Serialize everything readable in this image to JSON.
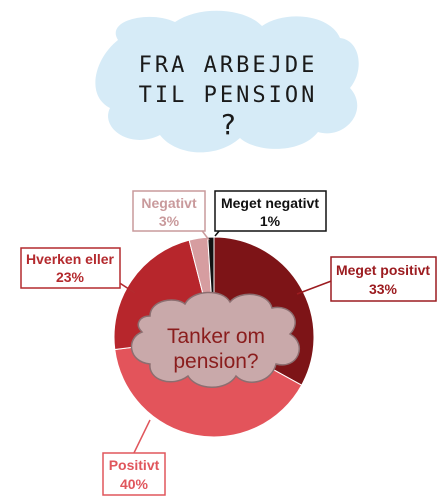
{
  "banner": {
    "line1": "FRA ARBEJDE",
    "line2": "TIL PENSION",
    "line3": "?",
    "cloud_color": "#d6ebf7"
  },
  "center_label": {
    "line1": "Tanker om",
    "line2": "pension?",
    "fill": "#c9a9aa",
    "text_color": "#8a1d1d"
  },
  "chart_data": {
    "type": "pie",
    "categories": [
      "Meget positivt",
      "Positivt",
      "Hverken eller",
      "Negativt",
      "Meget negativt"
    ],
    "values": [
      33,
      40,
      23,
      3,
      1
    ],
    "labels": [
      "33%",
      "40%",
      "23%",
      "3%",
      "1%"
    ],
    "colors": [
      "#7d1417",
      "#e3545b",
      "#b7262c",
      "#d69da0",
      "#111111"
    ],
    "label_colors": [
      "#9c1c20",
      "#e0565c",
      "#b42a2e",
      "#c99a9c",
      "#111111"
    ],
    "start_angle_deg": 0,
    "direction": "clockwise"
  }
}
